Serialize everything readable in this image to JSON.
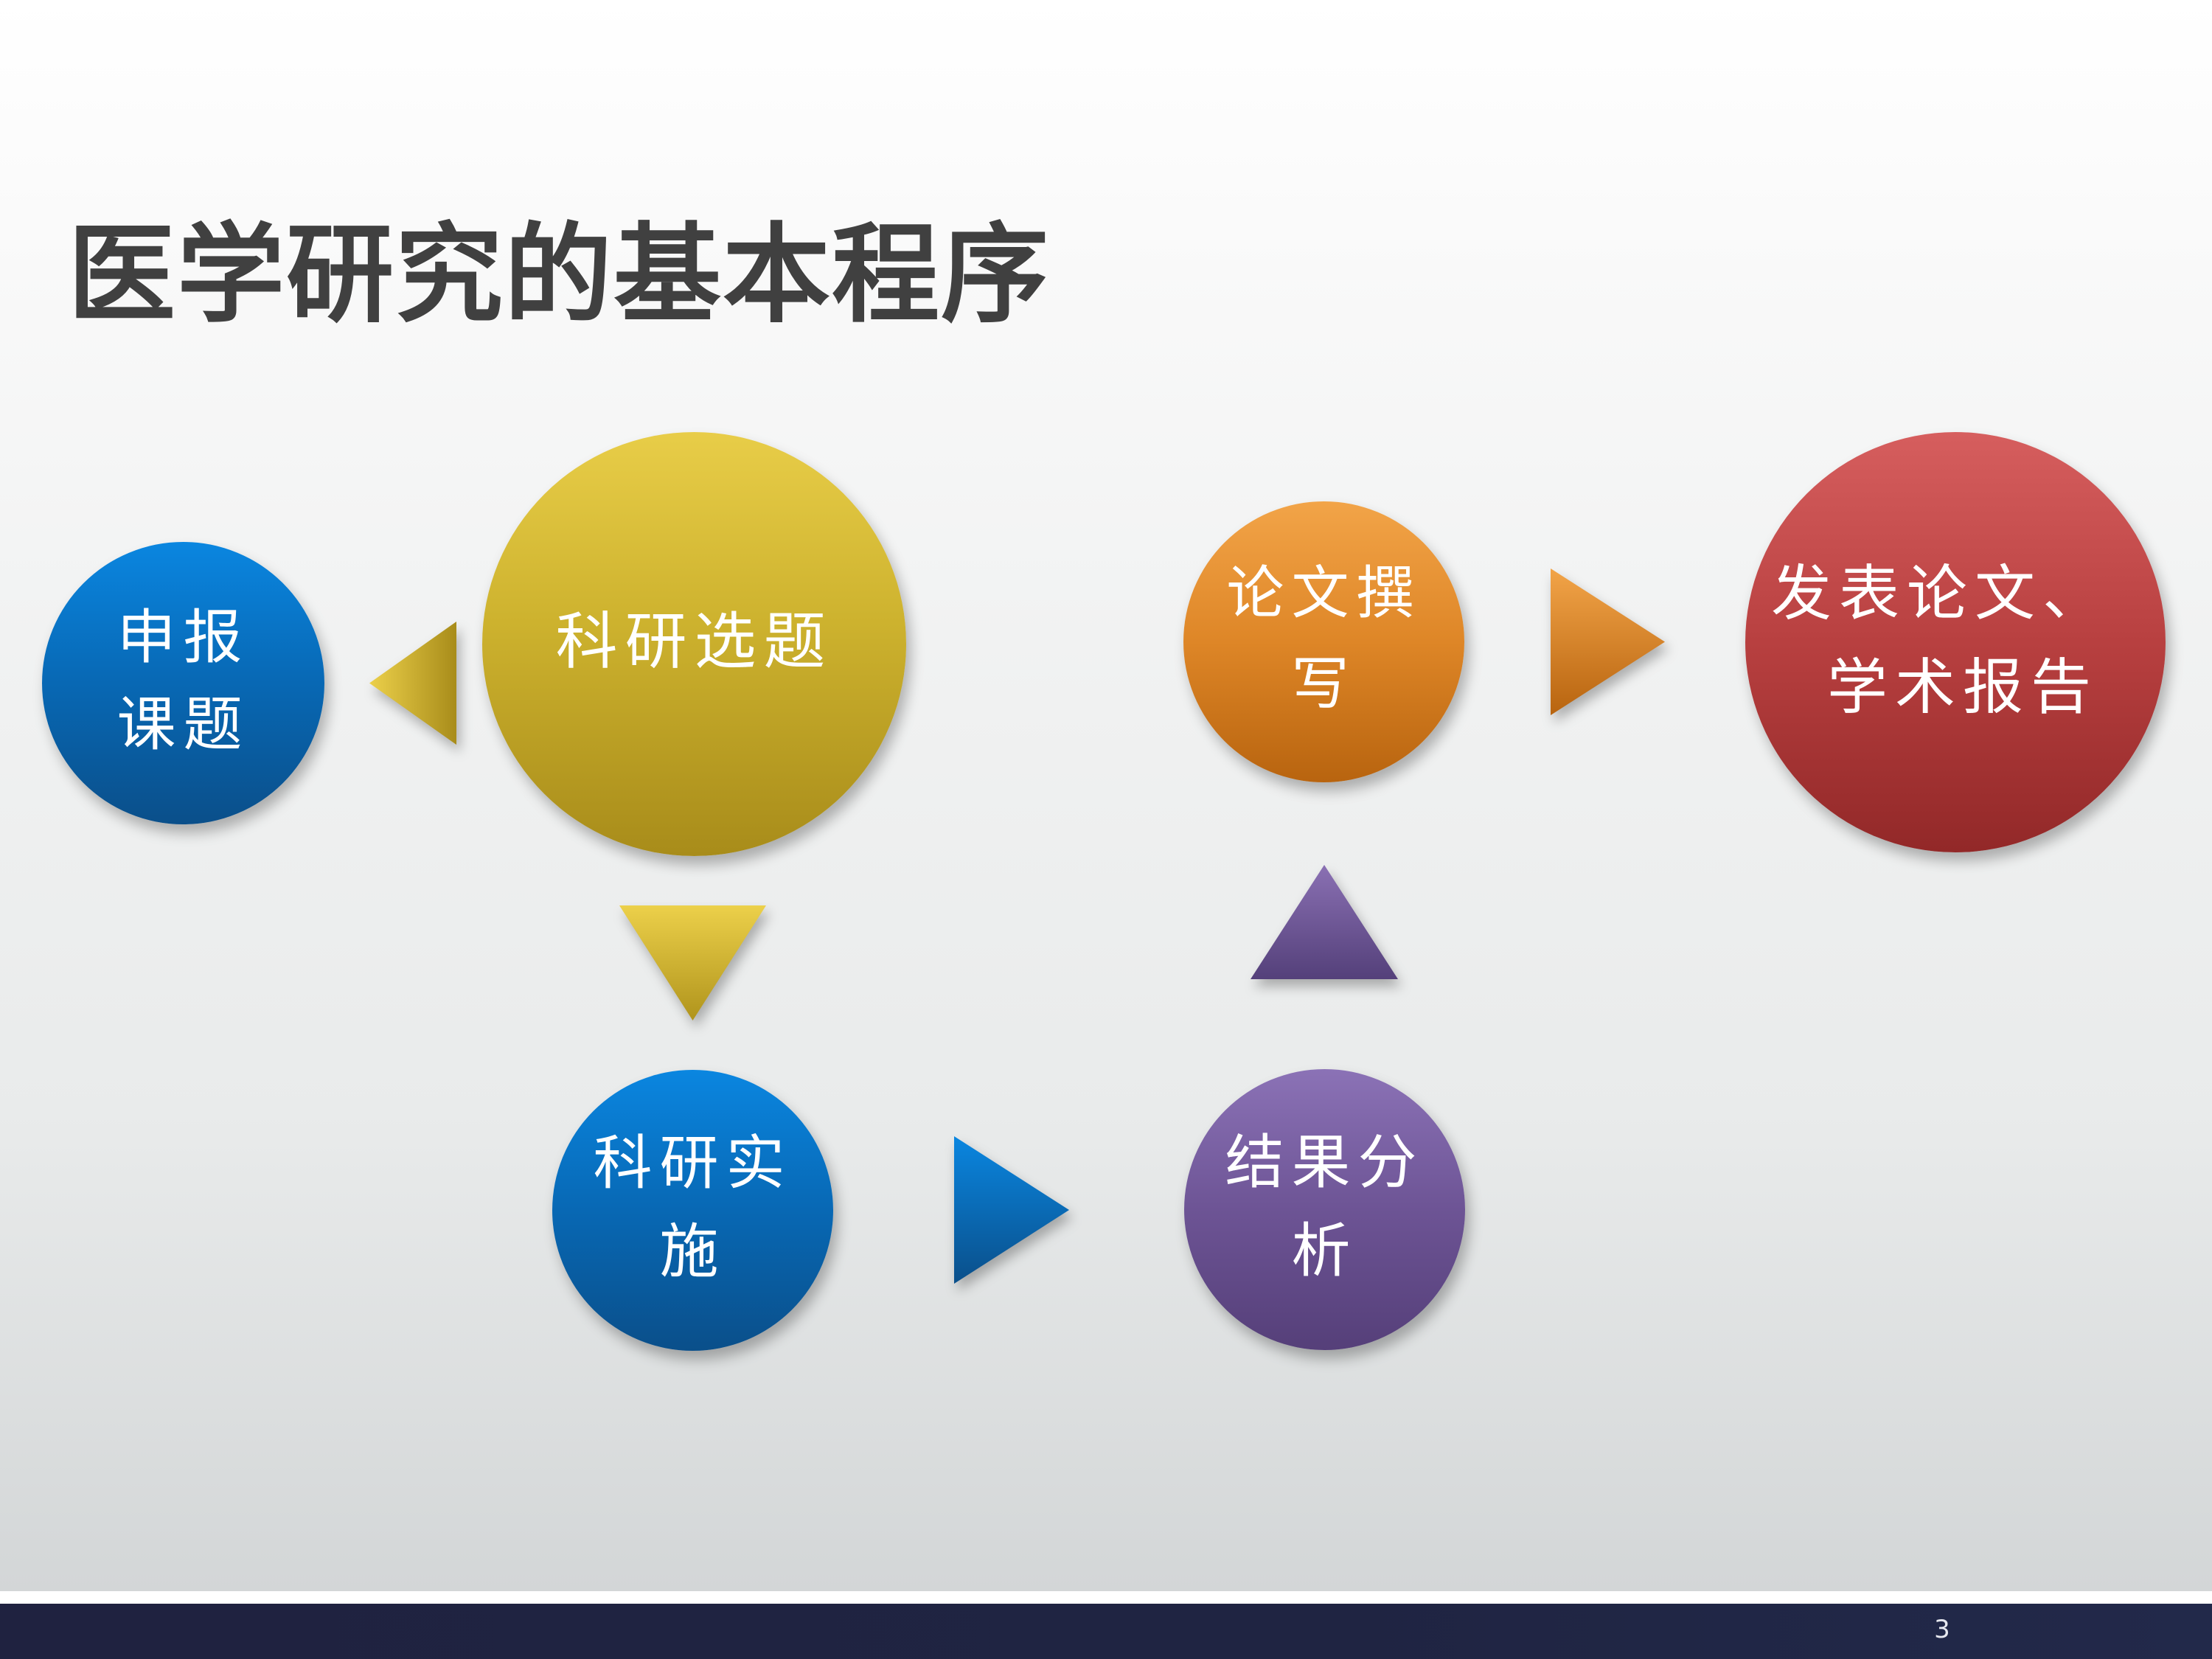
{
  "slide": {
    "title": "医学研究的基本程序",
    "page_number": "3"
  },
  "flow": {
    "nodes": [
      {
        "id": "apply-topic",
        "lines": [
          "申报",
          "课题"
        ],
        "color": "blue"
      },
      {
        "id": "topic-selection",
        "lines": [
          "科研选题"
        ],
        "color": "gold"
      },
      {
        "id": "paper-writing",
        "lines": [
          "论文撰",
          "写"
        ],
        "color": "orange"
      },
      {
        "id": "publish-report",
        "lines": [
          "发表论文、",
          "学术报告"
        ],
        "color": "red"
      },
      {
        "id": "research-implementation",
        "lines": [
          "科研实",
          "施"
        ],
        "color": "blue"
      },
      {
        "id": "result-analysis",
        "lines": [
          "结果分",
          "析"
        ],
        "color": "purple"
      }
    ],
    "arrows": [
      {
        "from": "topic-selection",
        "to": "apply-topic",
        "direction": "left",
        "color": "gold"
      },
      {
        "from": "topic-selection",
        "to": "research-implementation",
        "direction": "down",
        "color": "gold"
      },
      {
        "from": "research-implementation",
        "to": "result-analysis",
        "direction": "right",
        "color": "blue"
      },
      {
        "from": "result-analysis",
        "to": "paper-writing",
        "direction": "up",
        "color": "purple"
      },
      {
        "from": "paper-writing",
        "to": "publish-report",
        "direction": "right",
        "color": "orange"
      }
    ]
  },
  "colors": {
    "title_text": "#404040",
    "blue": "#0a6fc0",
    "gold": "#cdb22e",
    "orange": "#de8627",
    "red": "#b84040",
    "purple": "#6d5495",
    "footer_bar": "#1f2442"
  }
}
